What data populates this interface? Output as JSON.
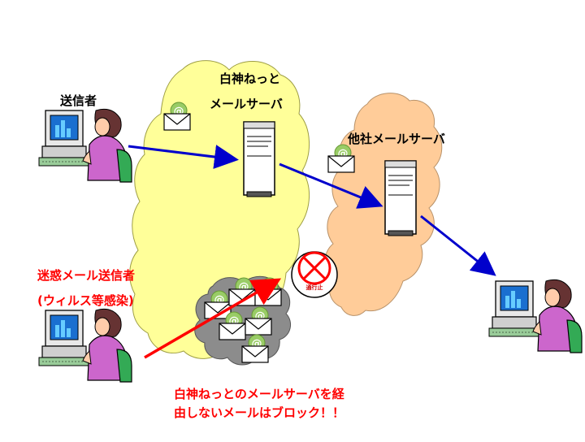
{
  "labels": {
    "own_server_line1": "白神ねっと",
    "own_server_line2": "メールサーバ",
    "sender": "送信者",
    "other_server": "他社メールサーバ",
    "spam_sender_line1": "迷惑メール送信者",
    "spam_sender_line2": "(ウィルス等感染)",
    "block_line1": "白神ねっとのメールサーバを経",
    "block_line2": "由しないメールはブロック！！",
    "no_entry_sign": "通行止"
  },
  "colors": {
    "own_cloud": "#ffff99",
    "other_cloud": "#ffcc99",
    "spam_cloud": "#8c8c8c",
    "mail_arrow": "#0000cc",
    "blocked_arrow": "#ff0000",
    "alert_text": "#ff0000"
  },
  "icons": [
    "envelope-icon",
    "server-icon",
    "computer-user-icon",
    "no-entry-sign-icon"
  ]
}
